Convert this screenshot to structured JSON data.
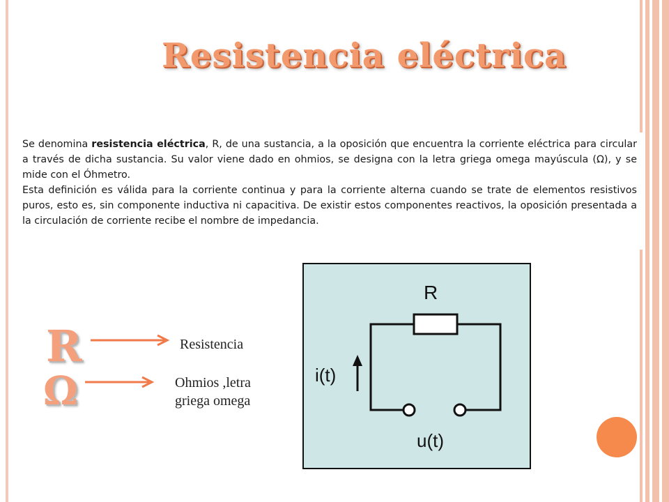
{
  "slide": {
    "title": "Resistencia eléctrica",
    "paragraph1_pre": "Se denomina ",
    "paragraph1_bold": "resistencia eléctrica",
    "paragraph1_post": ", R, de una sustancia, a la oposición que encuentra la corriente eléctrica para circular a través de dicha sustancia. Su valor viene dado en ohmios, se designa con la letra griega omega mayúscula (Ω), y se mide con el Óhmetro.",
    "paragraph2": "Esta definición es válida para la corriente continua y para la corriente alterna cuando se trate de elementos resistivos puros, esto es, sin componente inductiva ni capacitiva. De existir estos componentes reactivos, la oposición presentada a la circulación de corriente recibe el nombre de impedancia.",
    "symbol_r": "R",
    "symbol_omega": "Ω",
    "label_r": "Resistencia",
    "label_omega_line1": "Ohmios ,letra",
    "label_omega_line2": "griega omega"
  },
  "circuit": {
    "resistor_label": "R",
    "current_label": "i(t)",
    "voltage_label": "u(t)"
  },
  "colors": {
    "accent": "#f29a6e",
    "stripe": "#f2c0ab",
    "dot": "#f58a4c",
    "circuit_bg": "#cfe6e6"
  }
}
